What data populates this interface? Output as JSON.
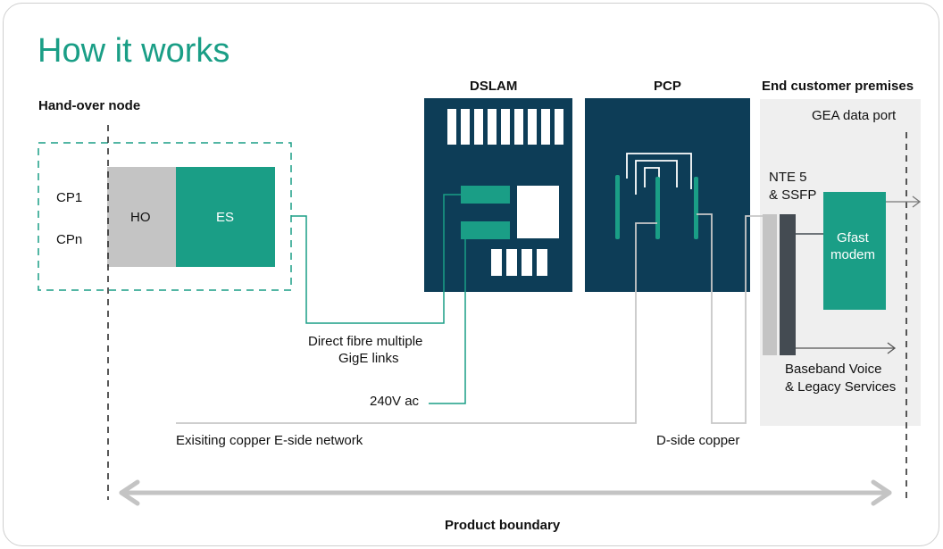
{
  "title": "How it works",
  "labels": {
    "hand_over_node": "Hand-over node",
    "cp1": "CP1",
    "cpn": "CPn",
    "ho": "HO",
    "es": "ES",
    "dslam": "DSLAM",
    "pcp": "PCP",
    "end_customer_premises": "End customer premises",
    "gea_data_port": "GEA data port",
    "nte5_line1": "NTE 5",
    "nte5_line2": "& SSFP",
    "gfast_line1": "Gfast",
    "gfast_line2": "modem",
    "fibre_line1": "Direct fibre multiple",
    "fibre_line2": "GigE links",
    "power": "240V ac",
    "eside": "Exisiting copper E-side network",
    "dside": "D-side copper",
    "baseband_line1": "Baseband Voice",
    "baseband_line2": "& Legacy Services",
    "product_boundary": "Product boundary"
  },
  "colors": {
    "teal": "#1a9e86",
    "navy": "#0d3d57",
    "grey_box": "#c4c4c4",
    "premises_bg": "#efefef",
    "line_grey": "#c8c8c8",
    "arrow_grey": "#bdbdbd"
  },
  "icons": {
    "boundary_arrow": "double-headed-arrow-icon",
    "output_arrow": "right-arrow-icon"
  }
}
